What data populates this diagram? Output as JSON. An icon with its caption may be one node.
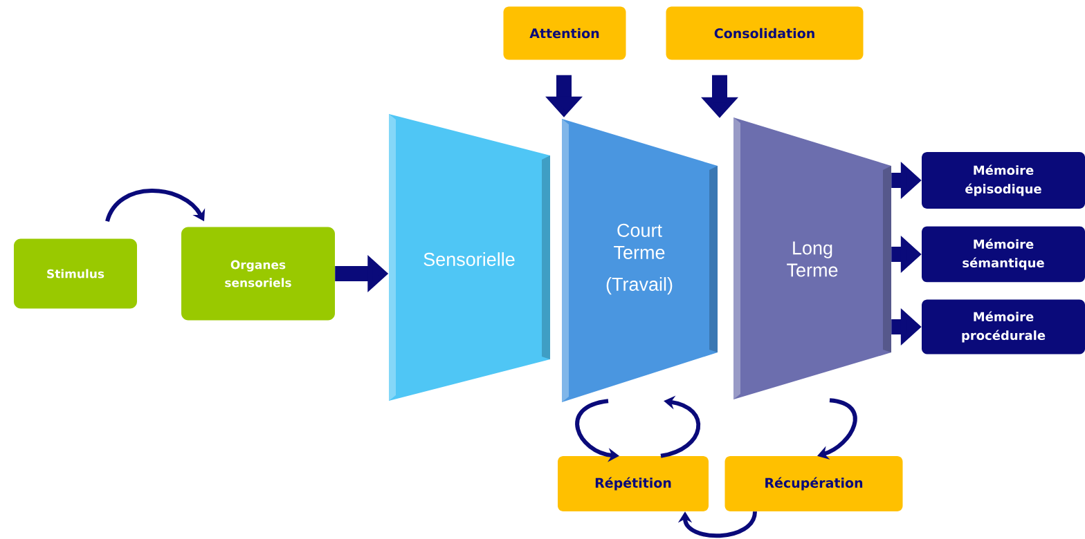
{
  "diagram": {
    "nodes": [
      {
        "text": [
          "Stimulus"
        ]
      },
      {
        "text": [
          "Organes sensoriels"
        ]
      },
      {
        "text": [
          "Sensorielle"
        ]
      },
      {
        "text": [
          "Court Terme",
          "(Travail)"
        ]
      },
      {
        "text": [
          "Long Terme"
        ]
      },
      {
        "text": [
          "Attention"
        ]
      },
      {
        "text": [
          "Consolidation"
        ]
      },
      {
        "text": [
          "Mémoire épisodique"
        ]
      },
      {
        "text": [
          "Mémoire sémantique"
        ]
      },
      {
        "text": [
          "Mémoire procédurale"
        ]
      },
      {
        "text": [
          "Répétition"
        ]
      },
      {
        "text": [
          "Récupération"
        ]
      }
    ],
    "edges": [
      {
        "from": 0,
        "to": 1,
        "arrow": "to"
      },
      {
        "from": 1,
        "to": 2,
        "arrow": "to"
      },
      {
        "from": 5,
        "to": 3,
        "arrow": "to"
      },
      {
        "from": 6,
        "to": 4,
        "arrow": "to"
      },
      {
        "from": 4,
        "to": 7,
        "arrow": "to"
      },
      {
        "from": 4,
        "to": 8,
        "arrow": "to"
      },
      {
        "from": 4,
        "to": 9,
        "arrow": "to"
      },
      {
        "from": 3,
        "to": 10,
        "arrow": "to"
      },
      {
        "from": 10,
        "to": 3,
        "arrow": "to"
      },
      {
        "from": 4,
        "to": 11,
        "arrow": "to"
      },
      {
        "from": 11,
        "to": 10,
        "arrow": "to"
      }
    ]
  }
}
